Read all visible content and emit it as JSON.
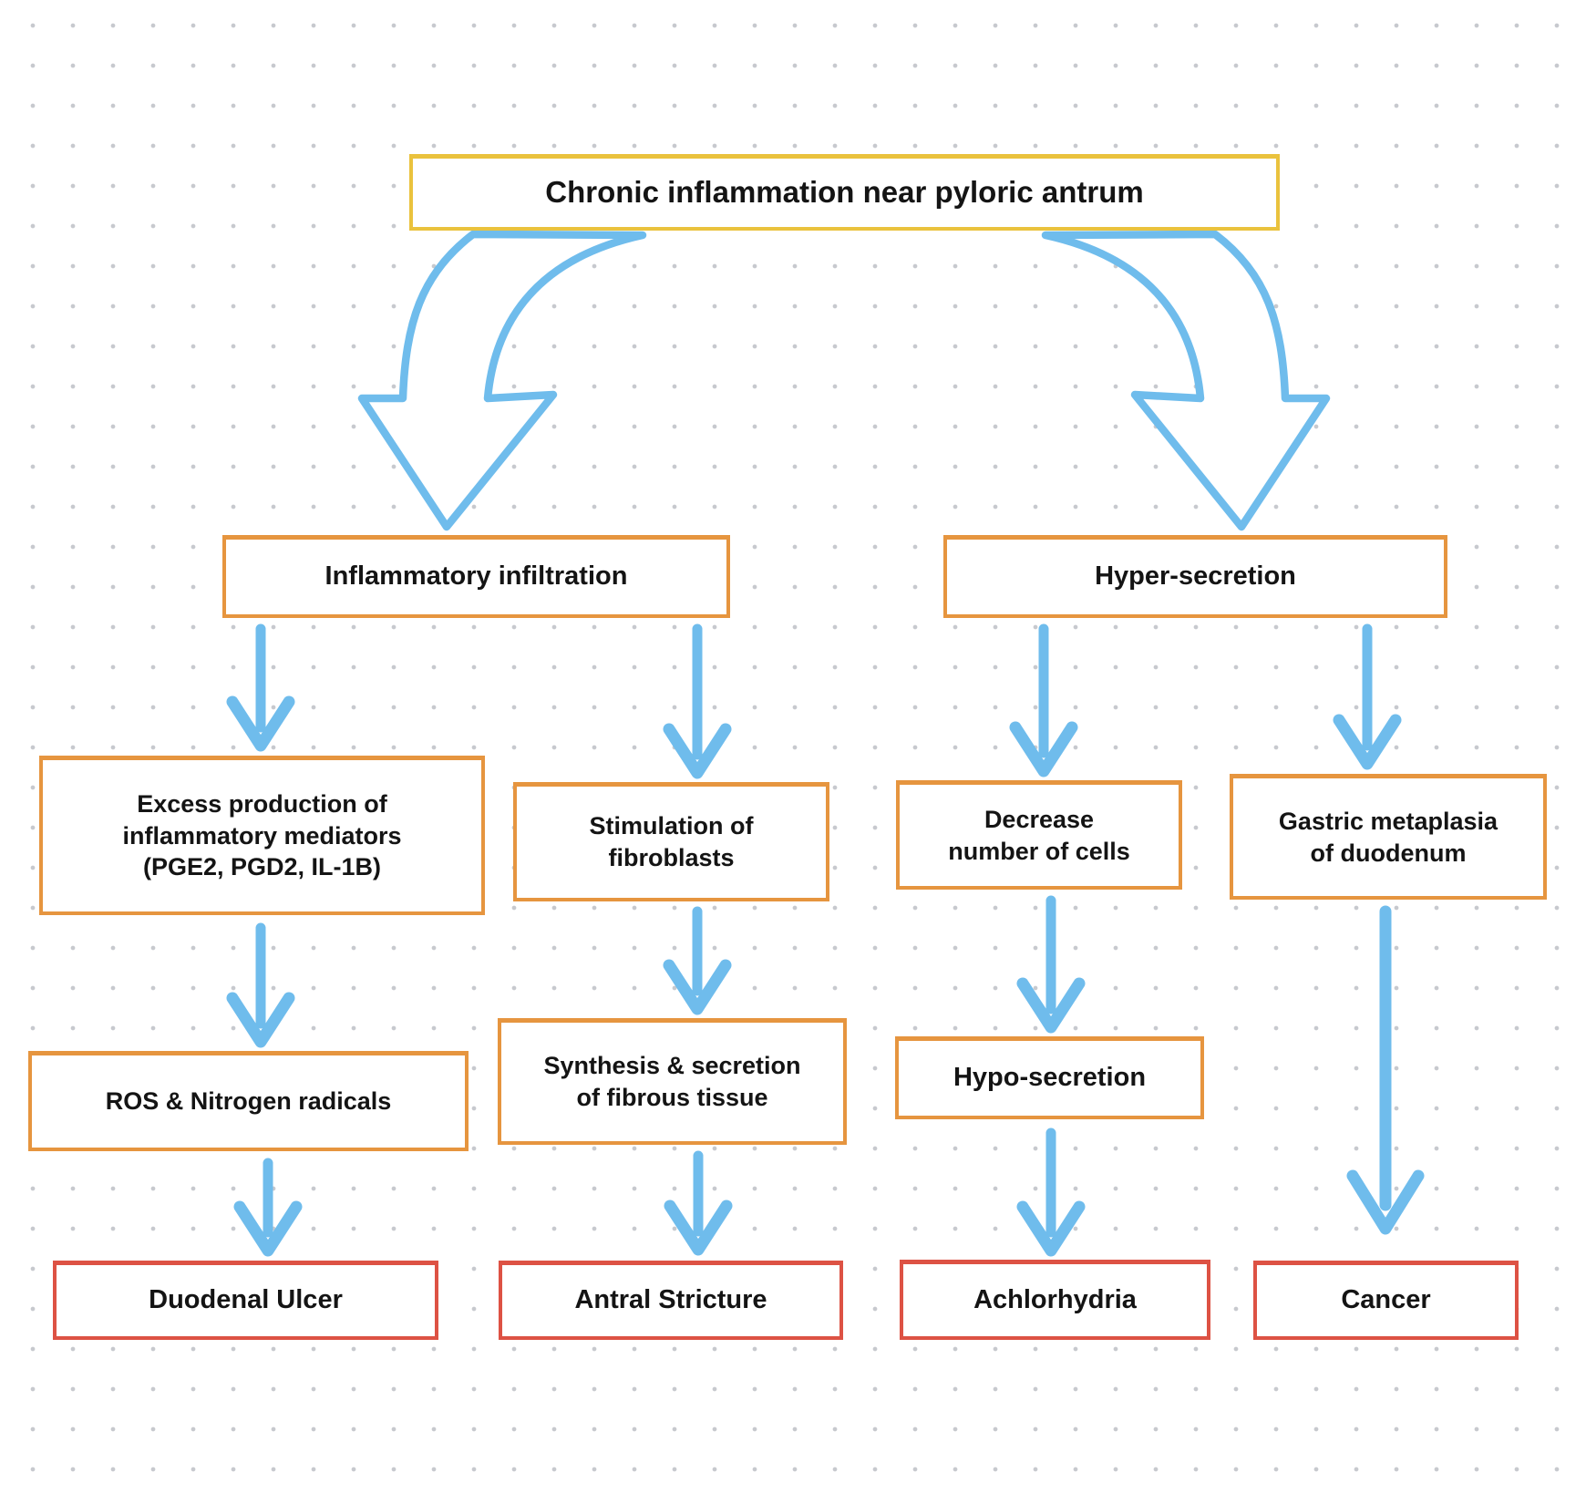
{
  "diagram": {
    "type": "flowchart",
    "topic": "Complications of chronic inflammation near the pyloric antrum"
  },
  "nodes": {
    "chronic": {
      "label": "Chronic inflammation  near pyloric antrum"
    },
    "infiltration": {
      "label": "Inflammatory infiltration"
    },
    "hypersecretion": {
      "label": "Hyper-secretion"
    },
    "mediators": {
      "label": "Excess production of\ninflammatory mediators\n(PGE2, PGD2, IL-1B)"
    },
    "stimulation": {
      "label": "Stimulation of\nfibroblasts"
    },
    "decrease": {
      "label": "Decrease\nnumber of cells"
    },
    "gastric": {
      "label": "Gastric metaplasia\nof duodenum"
    },
    "ros": {
      "label": "ROS & Nitrogen radicals"
    },
    "synthesis": {
      "label": "Synthesis & secretion\nof fibrous tissue"
    },
    "hypo": {
      "label": "Hypo-secretion"
    },
    "duodenal": {
      "label": "Duodenal Ulcer"
    },
    "antral": {
      "label": "Antral Stricture"
    },
    "achlorhydria": {
      "label": "Achlorhydria"
    },
    "cancer": {
      "label": "Cancer"
    }
  },
  "edges": [
    {
      "from": "chronic",
      "to": "infiltration"
    },
    {
      "from": "chronic",
      "to": "hypersecretion"
    },
    {
      "from": "infiltration",
      "to": "mediators"
    },
    {
      "from": "infiltration",
      "to": "stimulation"
    },
    {
      "from": "hypersecretion",
      "to": "decrease"
    },
    {
      "from": "hypersecretion",
      "to": "gastric"
    },
    {
      "from": "mediators",
      "to": "ros"
    },
    {
      "from": "stimulation",
      "to": "synthesis"
    },
    {
      "from": "decrease",
      "to": "hypo"
    },
    {
      "from": "gastric",
      "to": "cancer"
    },
    {
      "from": "ros",
      "to": "duodenal"
    },
    {
      "from": "synthesis",
      "to": "antral"
    },
    {
      "from": "hypo",
      "to": "achlorhydria"
    }
  ],
  "colors": {
    "arrow_blue": "#6fbcec",
    "root_border_yellow": "#eac23d",
    "intermediate_border_orange": "#e6953f",
    "outcome_border_red": "#dd5244",
    "text": "#141414",
    "dot_grid": "#c7c9ce",
    "background": "#ffffff"
  }
}
